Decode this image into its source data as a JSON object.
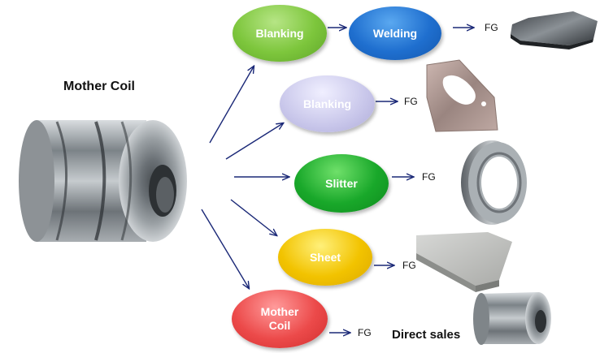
{
  "title": "Mother Coil",
  "nodes": {
    "blanking_top": "Blanking",
    "welding": "Welding",
    "blanking_mid": "Blanking",
    "slitter": "Slitter",
    "sheet": "Sheet",
    "mother_coil": "Mother\nCoil"
  },
  "fg_label": "FG",
  "direct_sales": "Direct sales",
  "colors": {
    "green": "#7dc63c",
    "blue": "#1f6fcf",
    "lavender": "#c8c6ea",
    "dark_green": "#19a82a",
    "yellow": "#f2c300",
    "red": "#ec4a4a",
    "arrow": "#1a2877"
  }
}
